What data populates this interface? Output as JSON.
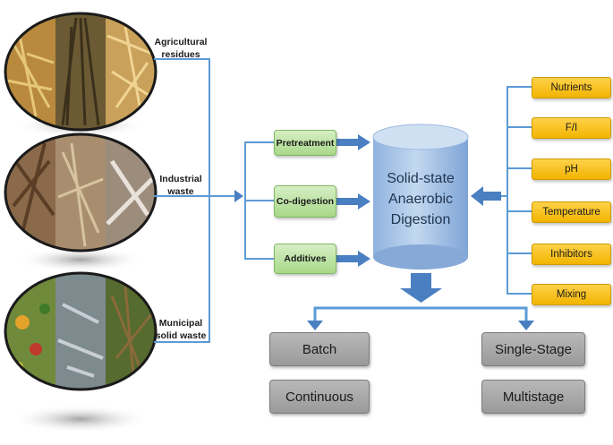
{
  "sources": [
    {
      "label": "Agricultural residues",
      "lines": [
        "Agricultural",
        "residues"
      ],
      "image": "agricultural-residues-photo"
    },
    {
      "label": "Industrial waste",
      "lines": [
        "Industrial",
        "waste"
      ],
      "image": "industrial-waste-photo"
    },
    {
      "label": "Municipal solid waste",
      "lines": [
        "Municipal",
        "solid waste"
      ],
      "image": "municipal-solid-waste-photo"
    }
  ],
  "strategies": [
    "Pretreatment",
    "Co-digestion",
    "Additives"
  ],
  "center": {
    "lines": [
      "Solid-state",
      "Anaerobic",
      "Digestion"
    ]
  },
  "factors": [
    "Nutrients",
    "F/I",
    "pH",
    "Temperature",
    "Inhibitors",
    "Mixing"
  ],
  "modes": {
    "left": [
      "Batch",
      "Continuous"
    ],
    "right": [
      "Single-Stage",
      "Multistage"
    ]
  },
  "colors": {
    "connector": "#5b9bd5",
    "arrow": "#4a7fc1",
    "green": "#a8d88a",
    "yellow": "#f2b400",
    "gray": "#a6a6a6",
    "cylinder": "#a9c6e8"
  }
}
